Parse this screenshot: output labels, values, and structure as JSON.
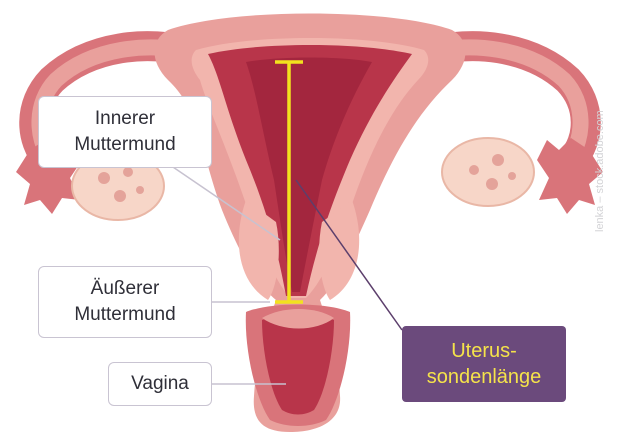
{
  "labels": {
    "innerer_muttermund": [
      "Innerer",
      "Muttermund"
    ],
    "aeusserer_muttermund": [
      "Äußerer",
      "Muttermund"
    ],
    "vagina": "Vagina",
    "uterussondenlaenge": [
      "Uterus-",
      "sondenlänge"
    ]
  },
  "credit": "lenka – stock.adobe.com",
  "colors": {
    "tissue": "#e9a09c",
    "tissue_dark": "#d9747a",
    "lining": "#b8354a",
    "lining_deep": "#a3263e",
    "ovary": "#f7d6c8",
    "measure_line": "#f2e21e",
    "callout_bg": "#6b4a7c",
    "callout_text": "#f5e34a",
    "leader": "#c7c2d0"
  }
}
